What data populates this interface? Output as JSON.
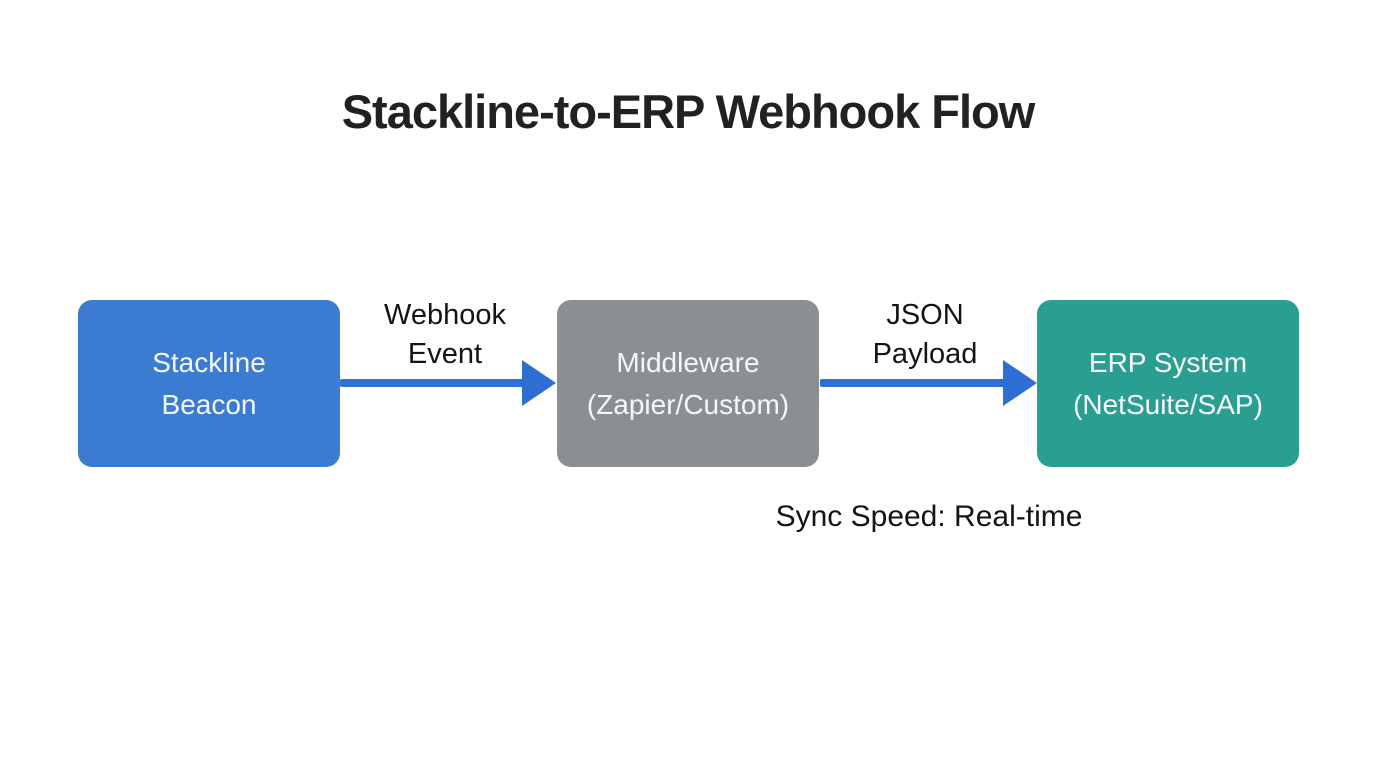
{
  "title": "Stackline-to-ERP Webhook Flow",
  "nodes": [
    {
      "name": "stackline-beacon",
      "line1": "Stackline",
      "line2": "Beacon",
      "color": "#3b7bd2"
    },
    {
      "name": "middleware",
      "line1": "Middleware",
      "line2": "(Zapier/Custom)",
      "color": "#8b8e93"
    },
    {
      "name": "erp-system",
      "line1": "ERP System",
      "line2": "(NetSuite/SAP)",
      "color": "#2b9e92"
    }
  ],
  "arrows": [
    {
      "name": "webhook-event",
      "label_line1": "Webhook",
      "label_line2": "Event",
      "color": "#2f6fd3"
    },
    {
      "name": "json-payload",
      "label_line1": "JSON",
      "label_line2": "Payload",
      "color": "#2f6fd3"
    }
  ],
  "footnote": "Sync Speed: Real-time",
  "colors": {
    "background": "#ffffff",
    "title_text": "#212121",
    "node_text": "#f4f8fb",
    "label_text": "#141414",
    "arrow": "#2f6fd3",
    "node_blue": "#3b7bd2",
    "node_gray": "#8b8e93",
    "node_teal": "#2b9e92"
  }
}
